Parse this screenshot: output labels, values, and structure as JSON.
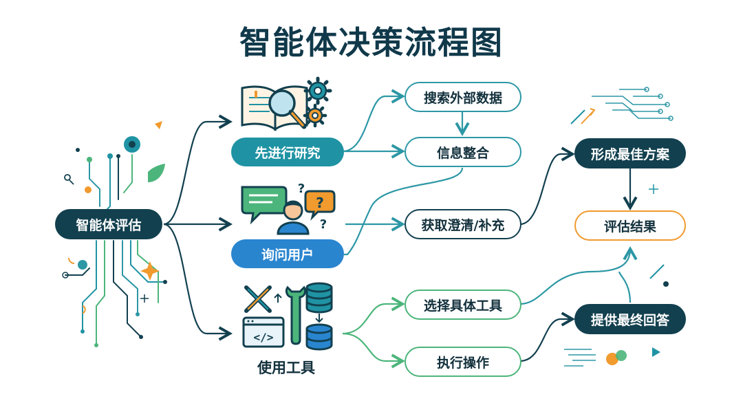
{
  "title": "智能体决策流程图",
  "nodes": {
    "evaluate": "智能体评估",
    "research": "先进行研究",
    "ask_user": "询问用户",
    "use_tools": "使用工具",
    "search_external": "搜索外部数据",
    "integrate_info": "信息整合",
    "clarify": "获取澄清/补充",
    "select_tool": "选择具体工具",
    "execute": "执行操作",
    "best_plan": "形成最佳方案",
    "assess_result": "评估结果",
    "final_answer": "提供最终回答"
  },
  "colors": {
    "dark": "#12404f",
    "teal": "#1f93a3",
    "blue": "#2a85cf",
    "green": "#4cb57b",
    "orange": "#f19a2e"
  },
  "icons": [
    "book-magnifier-icon",
    "gear-icon",
    "chat-bubble-icon",
    "question-mark-icon",
    "user-icon",
    "wrench-icon",
    "screwdriver-icon",
    "database-icon",
    "code-window-icon",
    "circuit-decoration-icon"
  ]
}
